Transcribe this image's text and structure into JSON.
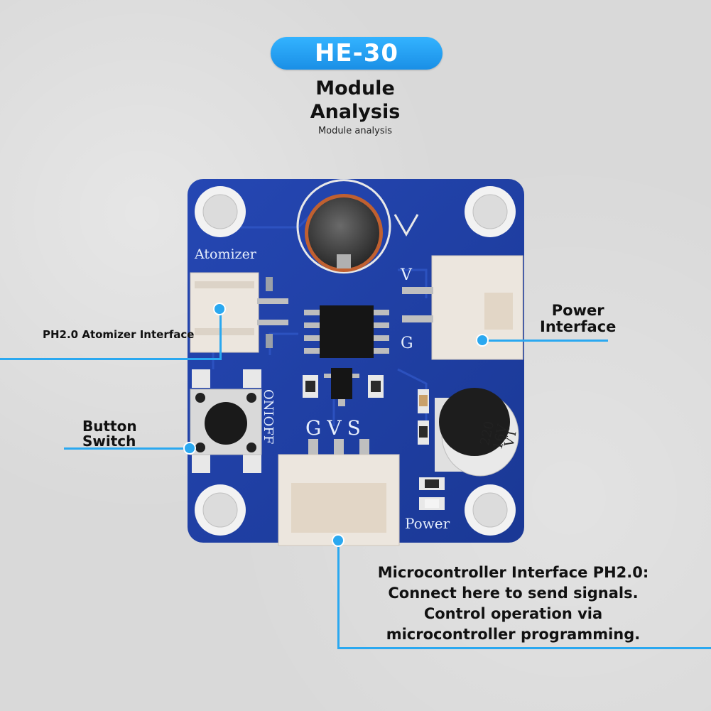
{
  "header": {
    "badge": "HE-30",
    "title_line1": "Module",
    "title_line2": "Analysis",
    "subtitle": "Module analysis"
  },
  "board": {
    "silk_atomizer": "Atomizer",
    "silk_v": "V",
    "silk_g": "G",
    "silk_gvs": "GVS",
    "silk_onoff": "ONIOFF",
    "silk_power": "Power",
    "capacitor_text_1": "220",
    "capacitor_text_2": "16V",
    "capacitor_text_3": "VT"
  },
  "callouts": {
    "atomizer": "PH2.0 Atomizer Interface",
    "power_line1": "Power",
    "power_line2": "Interface",
    "button_line1": "Button",
    "button_line2": "Switch",
    "mcu_line1": "Microcontroller Interface PH2.0:",
    "mcu_line2": "Connect here to send signals.",
    "mcu_line3": "Control operation via",
    "mcu_line4": "microcontroller programming."
  },
  "colors": {
    "pcb": "#1f3fa6",
    "accent": "#2aa8f0",
    "badge": "#1a8fe6"
  }
}
